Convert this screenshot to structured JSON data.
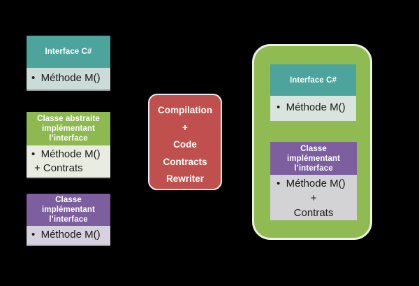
{
  "colors": {
    "background": "#000000",
    "teal_header": "#4CA49D",
    "teal_body": "#CBDBD7",
    "green_header": "#8EB950",
    "green_body": "#E9EDE1",
    "purple_header": "#7D5FA0",
    "purple_body": "#D6D1DE",
    "red_process": "#C0504D",
    "result_container_green": "#8FBB52",
    "result_teal_body": "#D8E4DD",
    "result_gray_body": "#D3D2D4"
  },
  "left_column": {
    "interface_box": {
      "header_lines": [
        "Interface C#"
      ],
      "body_lines": [
        "•  Méthode M()"
      ]
    },
    "abstract_class_box": {
      "header_lines": [
        "Classe abstraite",
        "implémentant",
        "l’interface"
      ],
      "body_lines": [
        "•  Méthode M()",
        "+ Contrats"
      ]
    },
    "class_box": {
      "header_lines": [
        "Classe",
        "implémentant",
        "l’interface"
      ],
      "body_lines": [
        "•  Méthode M()"
      ]
    }
  },
  "process_box": {
    "lines": [
      "Compilation",
      "+",
      "Code",
      "Contracts",
      "Rewriter"
    ]
  },
  "result_container": {
    "interface_box": {
      "header_lines": [
        "Interface C#"
      ],
      "body_lines": [
        "•  Méthode M()"
      ]
    },
    "class_box": {
      "header_lines": [
        "Classe",
        "implémentant",
        "l’interface"
      ],
      "body_lines": [
        "•  Méthode M()",
        "+",
        "Contrats"
      ]
    }
  }
}
